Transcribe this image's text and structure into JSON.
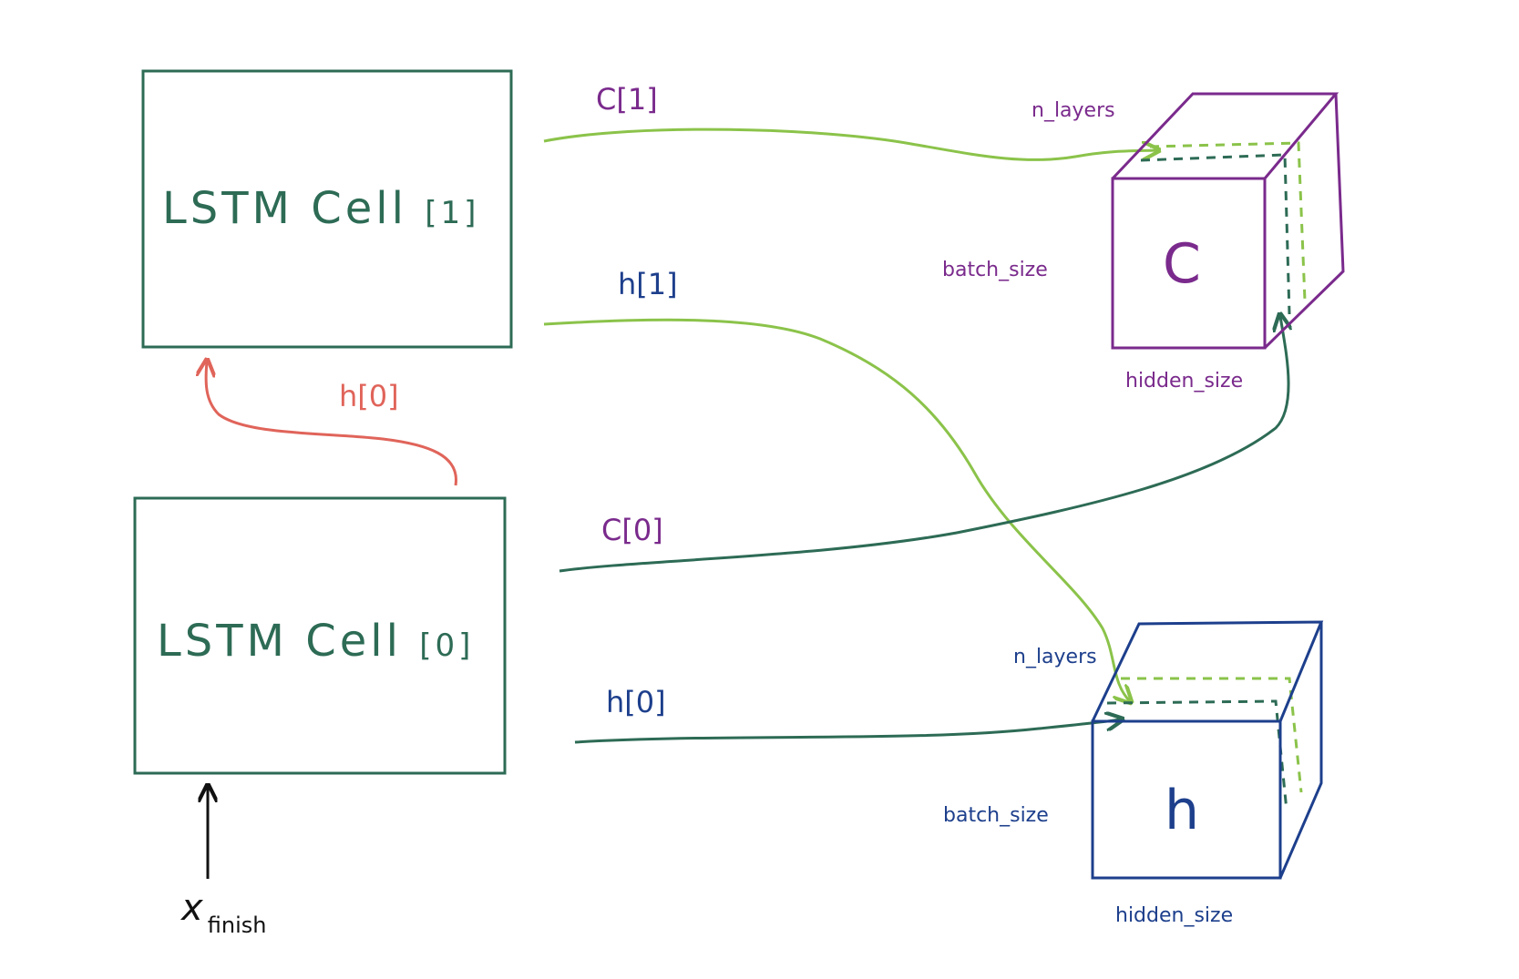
{
  "cells": [
    {
      "label": "LSTM  Cell",
      "index": "[1]"
    },
    {
      "label": "LSTM  Cell",
      "index": "[0]"
    }
  ],
  "arrows": {
    "c1": "C[1]",
    "h1": "h[1]",
    "c0": "C[0]",
    "h0": "h[0]",
    "h0_up": "h[0]"
  },
  "input": {
    "symbol": "x",
    "subscript": "finish"
  },
  "tensors": [
    {
      "name": "C",
      "depth_label": "n_layers",
      "height_label": "batch_size",
      "width_label": "hidden_size"
    },
    {
      "name": "h",
      "depth_label": "n_layers",
      "height_label": "batch_size",
      "width_label": "hidden_size"
    }
  ],
  "colors": {
    "cell_border": "#2d6b55",
    "cell_text": "#2d6b55",
    "c_tensor": "#7a2a8c",
    "h_tensor": "#1d3f8c",
    "layer1_arrow": "#8bc34a",
    "layer0_arrow": "#2d6b55",
    "recurrent_arrow": "#e0645a",
    "input_arrow": "#111111"
  }
}
